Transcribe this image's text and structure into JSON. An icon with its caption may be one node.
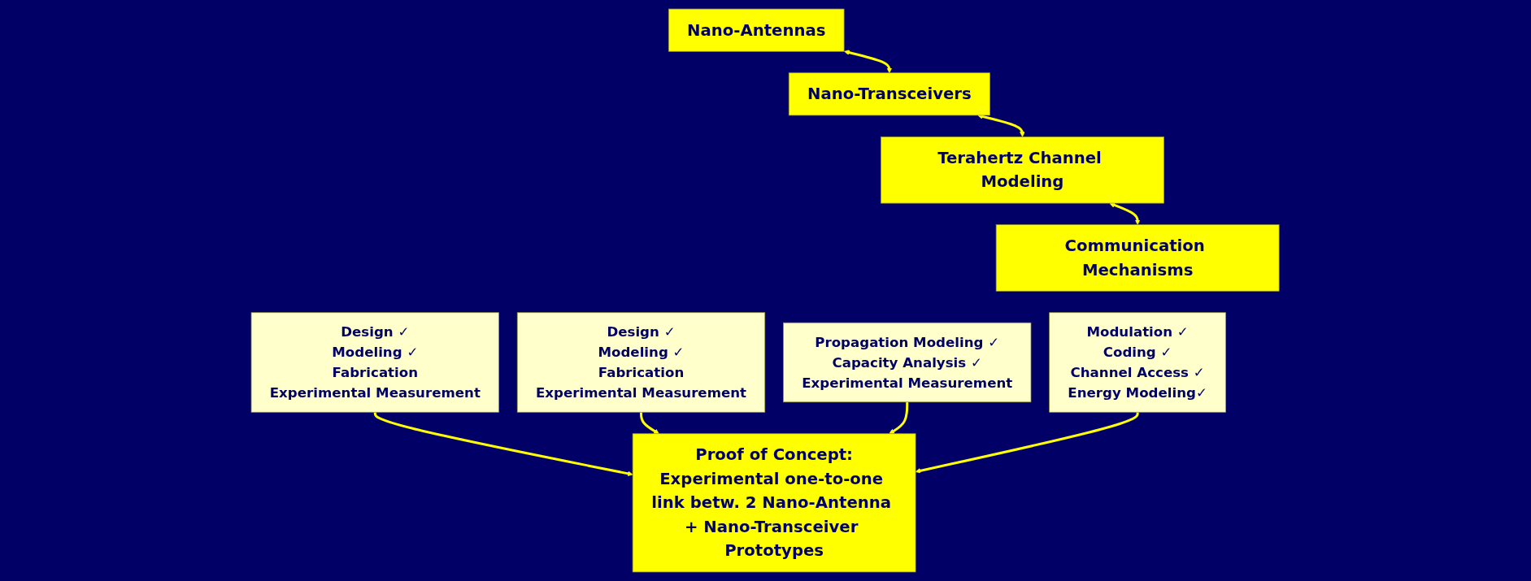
{
  "diagram": {
    "nodes": [
      {
        "text": [
          "Nano-Antennas"
        ]
      },
      {
        "text": [
          "Design ✓",
          "Modeling ✓",
          "Fabrication",
          "Experimental Measurement"
        ]
      },
      {
        "text": [
          "Nano-Transceivers"
        ]
      },
      {
        "text": [
          "Design ✓",
          "Modeling ✓",
          "Fabrication",
          "Experimental Measurement"
        ]
      },
      {
        "text": [
          "Terahertz Channel Modeling"
        ]
      },
      {
        "text": [
          "Propagation Modeling ✓",
          "Capacity Analysis ✓",
          "Experimental Measurement"
        ]
      },
      {
        "text": [
          "Communication Mechanisms"
        ]
      },
      {
        "text": [
          "Modulation ✓",
          "Coding ✓",
          "Channel Access ✓",
          "Energy Modeling✓"
        ]
      },
      {
        "text": [
          "Proof of Concept:",
          "Experimental one-to-one link betw. 2 Nano-Antenna + Nano-Transceiver Prototypes"
        ]
      }
    ],
    "edges": [
      {
        "from": 0,
        "to": 2,
        "arrow": "both"
      },
      {
        "from": 2,
        "to": 4,
        "arrow": "both"
      },
      {
        "from": 4,
        "to": 6,
        "arrow": "both"
      },
      {
        "from": 1,
        "to": 8,
        "arrow": "to"
      },
      {
        "from": 3,
        "to": 8,
        "arrow": "to"
      },
      {
        "from": 5,
        "to": 8,
        "arrow": "to"
      },
      {
        "from": 7,
        "to": 8,
        "arrow": "to"
      }
    ]
  }
}
